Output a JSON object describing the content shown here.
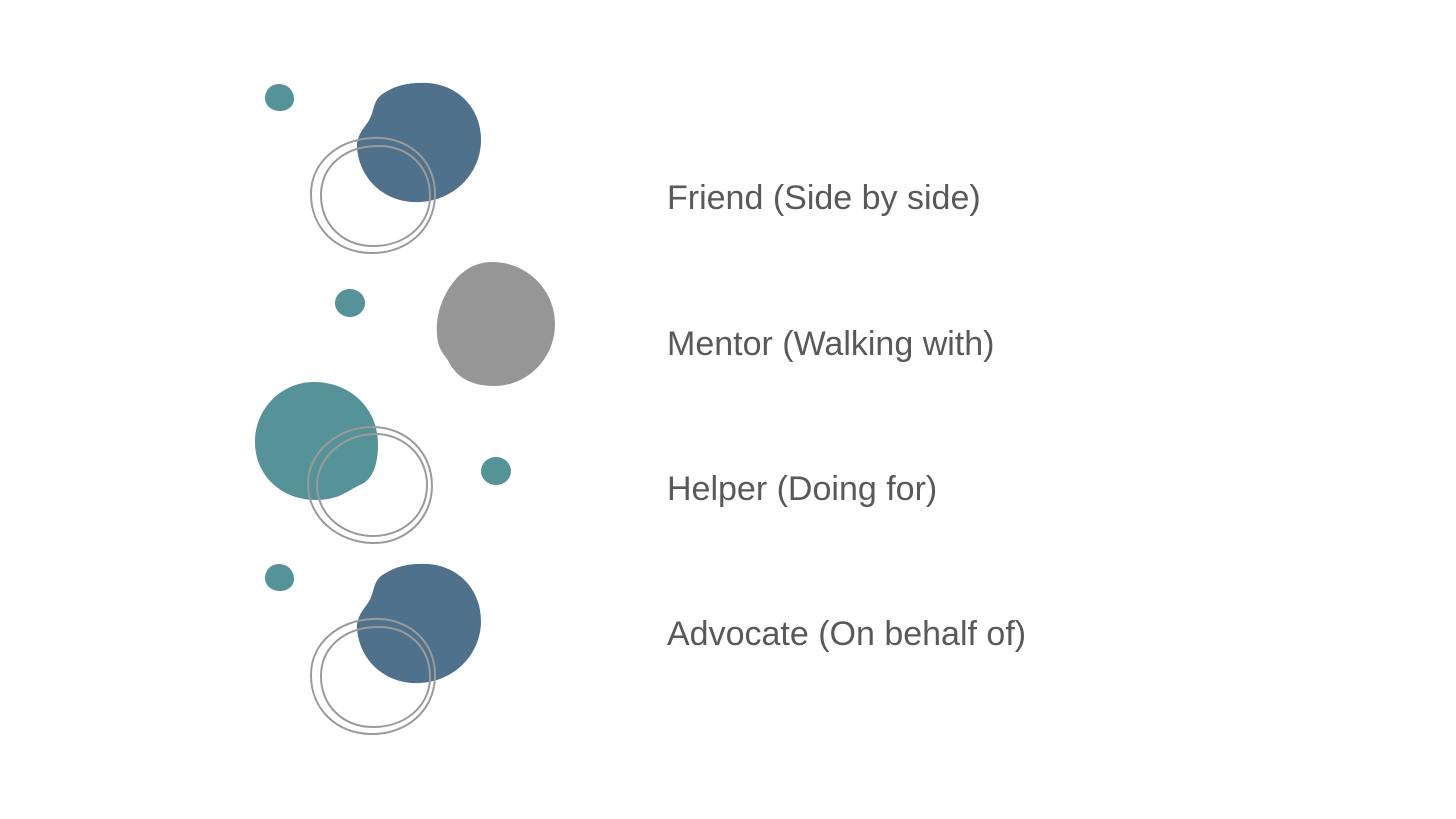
{
  "roles": [
    {
      "label": "Friend (Side by side)"
    },
    {
      "label": "Mentor (Walking with)"
    },
    {
      "label": "Helper (Doing for)"
    },
    {
      "label": "Advocate (On behalf of)"
    }
  ],
  "colors": {
    "text": "#595959",
    "navy_blob": "#50718c",
    "gray_blob": "#969696",
    "teal_blob": "#569398",
    "outline": "#9a9a9a"
  }
}
